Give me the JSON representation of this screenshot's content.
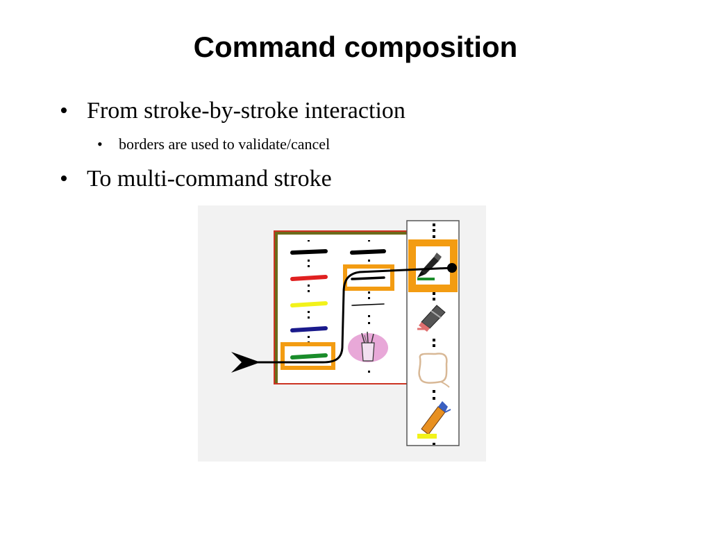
{
  "slide": {
    "title": "Command composition",
    "bullets": [
      {
        "text": "From stroke-by-stroke interaction",
        "sub": [
          {
            "text": "borders are used to validate/cancel"
          }
        ]
      },
      {
        "text": "To multi-command stroke"
      }
    ],
    "bullet_glyph": "•"
  },
  "figure": {
    "background": "#f2f2f2",
    "palette_border_color": "#7a7a20",
    "highlight_color": "#f39c12",
    "stroke_colors": [
      "#000000",
      "#e02020",
      "#f2f21a",
      "#1a1a8c",
      "#1a8c2a"
    ],
    "toolbar_icons": [
      "pen-icon",
      "eraser-icon",
      "lasso-icon",
      "highlighter-icon"
    ],
    "left_icon": "pencil-cup-icon"
  }
}
